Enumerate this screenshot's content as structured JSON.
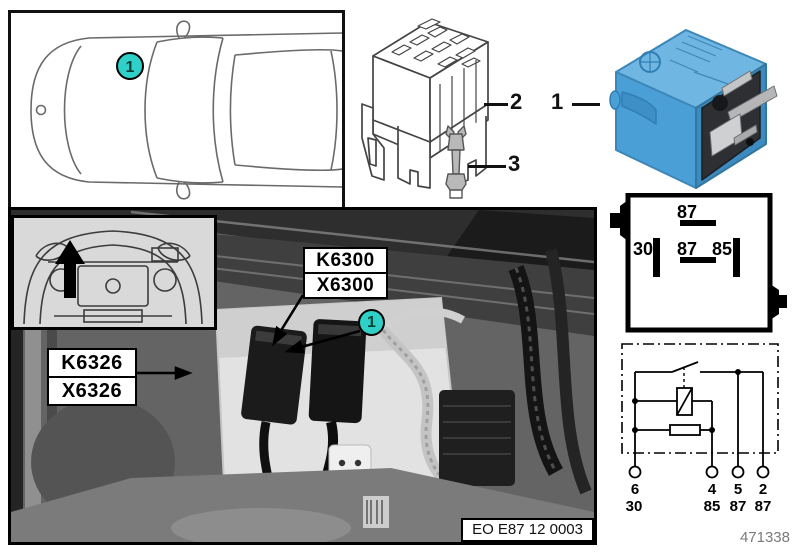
{
  "page": {
    "doc_number": "471338"
  },
  "overview": {
    "callout": "1"
  },
  "parts": {
    "relay_label": "1",
    "socket_label": "2",
    "clip_label": "3"
  },
  "pinout": {
    "pin_top": "87",
    "pin_left": "30",
    "pin_mid": "87",
    "pin_right": "85"
  },
  "schematic": {
    "pins": [
      {
        "number": "6",
        "terminal": "30"
      },
      {
        "number": "4",
        "terminal": "85"
      },
      {
        "number": "5",
        "terminal": "87"
      },
      {
        "number": "2",
        "terminal": "87"
      }
    ]
  },
  "photo": {
    "callout": "1",
    "label_k6300": {
      "line1": "K6300",
      "line2": "X6300"
    },
    "label_k6326": {
      "line1": "K6326",
      "line2": "X6326"
    },
    "code": "EO E87 12 0003"
  },
  "colors": {
    "callout_teal": "#2fd0c8",
    "relay_blue": "#4aa0d6",
    "relay_blue_light": "#6fb6e2",
    "diagram_black": "#000000"
  }
}
